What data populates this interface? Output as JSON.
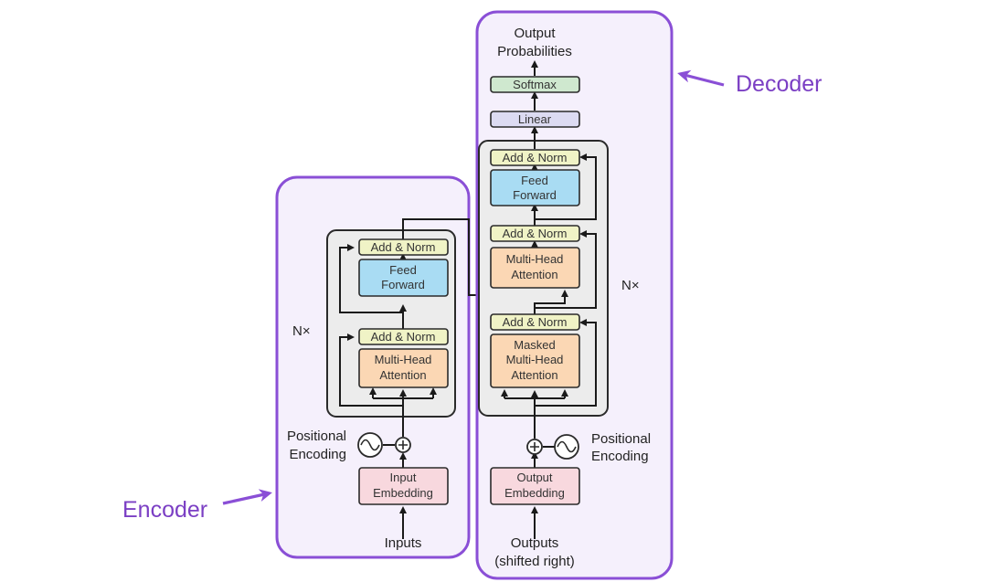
{
  "encoder": {
    "label": "Encoder",
    "add_norm_top": "Add & Norm",
    "feed_forward_1": "Feed",
    "feed_forward_2": "Forward",
    "add_norm_bottom": "Add & Norm",
    "mha_1": "Multi-Head",
    "mha_2": "Attention",
    "nx": "N×",
    "pos_enc_1": "Positional",
    "pos_enc_2": "Encoding",
    "embed_1": "Input",
    "embed_2": "Embedding",
    "inputs": "Inputs"
  },
  "decoder": {
    "label": "Decoder",
    "out_prob_1": "Output",
    "out_prob_2": "Probabilities",
    "softmax": "Softmax",
    "linear": "Linear",
    "add_norm_top": "Add & Norm",
    "feed_forward_1": "Feed",
    "feed_forward_2": "Forward",
    "add_norm_mid": "Add & Norm",
    "mha_1": "Multi-Head",
    "mha_2": "Attention",
    "add_norm_bottom": "Add & Norm",
    "masked_1": "Masked",
    "masked_2": "Multi-Head",
    "masked_3": "Attention",
    "nx": "N×",
    "pos_enc_1": "Positional",
    "pos_enc_2": "Encoding",
    "embed_1": "Output",
    "embed_2": "Embedding",
    "outputs_1": "Outputs",
    "outputs_2": "(shifted right)"
  },
  "colors": {
    "accent": "#8a4fd6",
    "panel_fill": "#f5f0fc",
    "add_norm": "#f0f3c6",
    "feed_forward": "#a9dcf3",
    "attention": "#fbd7b4",
    "embedding": "#f8d8de",
    "linear": "#dcdbf2",
    "softmax": "#cfe8cf"
  }
}
